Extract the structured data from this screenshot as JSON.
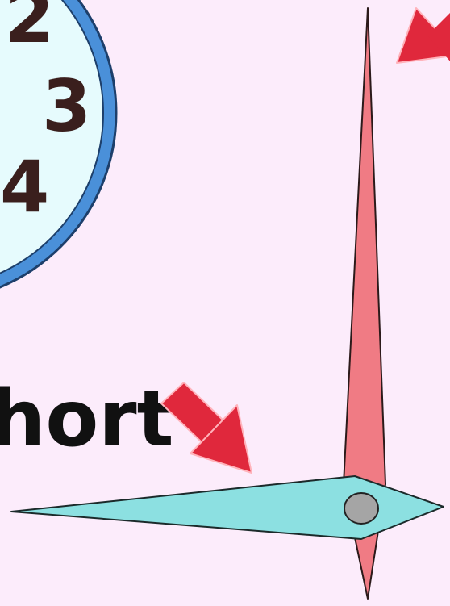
{
  "clock": {
    "numerals": [
      "2",
      "3",
      "4"
    ],
    "face_color": "#e6fbfd",
    "rim_color": "#4a90d9"
  },
  "labels": {
    "short_hand_text": "hort"
  },
  "hands": {
    "long_hand_color": "#f07b84",
    "short_hand_color": "#8ce0e1",
    "pivot_color": "#a5a5a5"
  },
  "arrows": {
    "color": "#e0283c"
  },
  "background": "#fcecfb"
}
